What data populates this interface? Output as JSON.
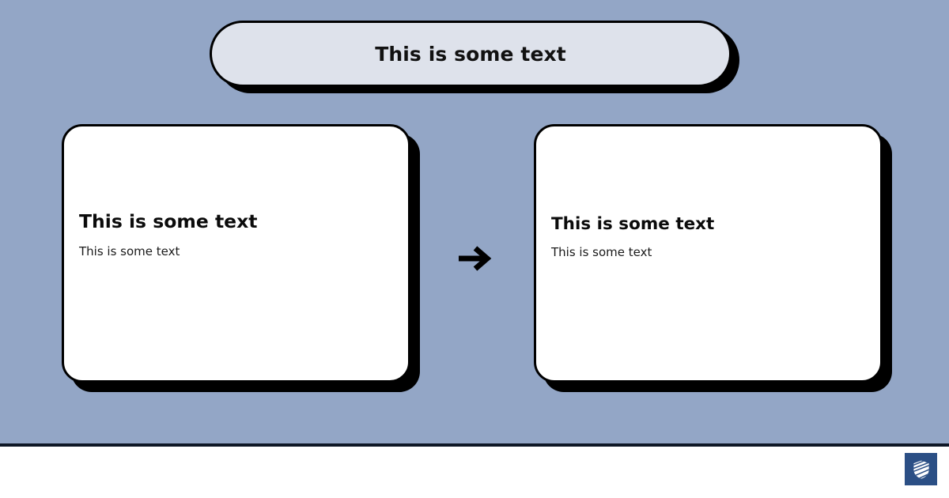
{
  "canvas": {
    "background_color": "#93a6c6",
    "divider_color": "#0e1726",
    "footer_background": "#ffffff"
  },
  "title_pill": {
    "text": "This is some text",
    "fill_color": "#dee2eb",
    "border_color": "#000000",
    "shadow_color": "#000000"
  },
  "cards": [
    {
      "id": "left",
      "heading": "This is some text",
      "subtext": "This is some text",
      "fill_color": "#ffffff",
      "border_color": "#000000"
    },
    {
      "id": "right",
      "heading": "This is some text",
      "subtext": "This is some text",
      "fill_color": "#ffffff",
      "border_color": "#000000"
    }
  ],
  "connector": {
    "icon": "arrow-right-icon",
    "glyph": "→",
    "color": "#000000",
    "direction": "right"
  },
  "footer": {
    "badge": {
      "icon": "shield-logo-icon",
      "background_color": "#2b4f85",
      "mark_color": "#ffffff"
    }
  }
}
